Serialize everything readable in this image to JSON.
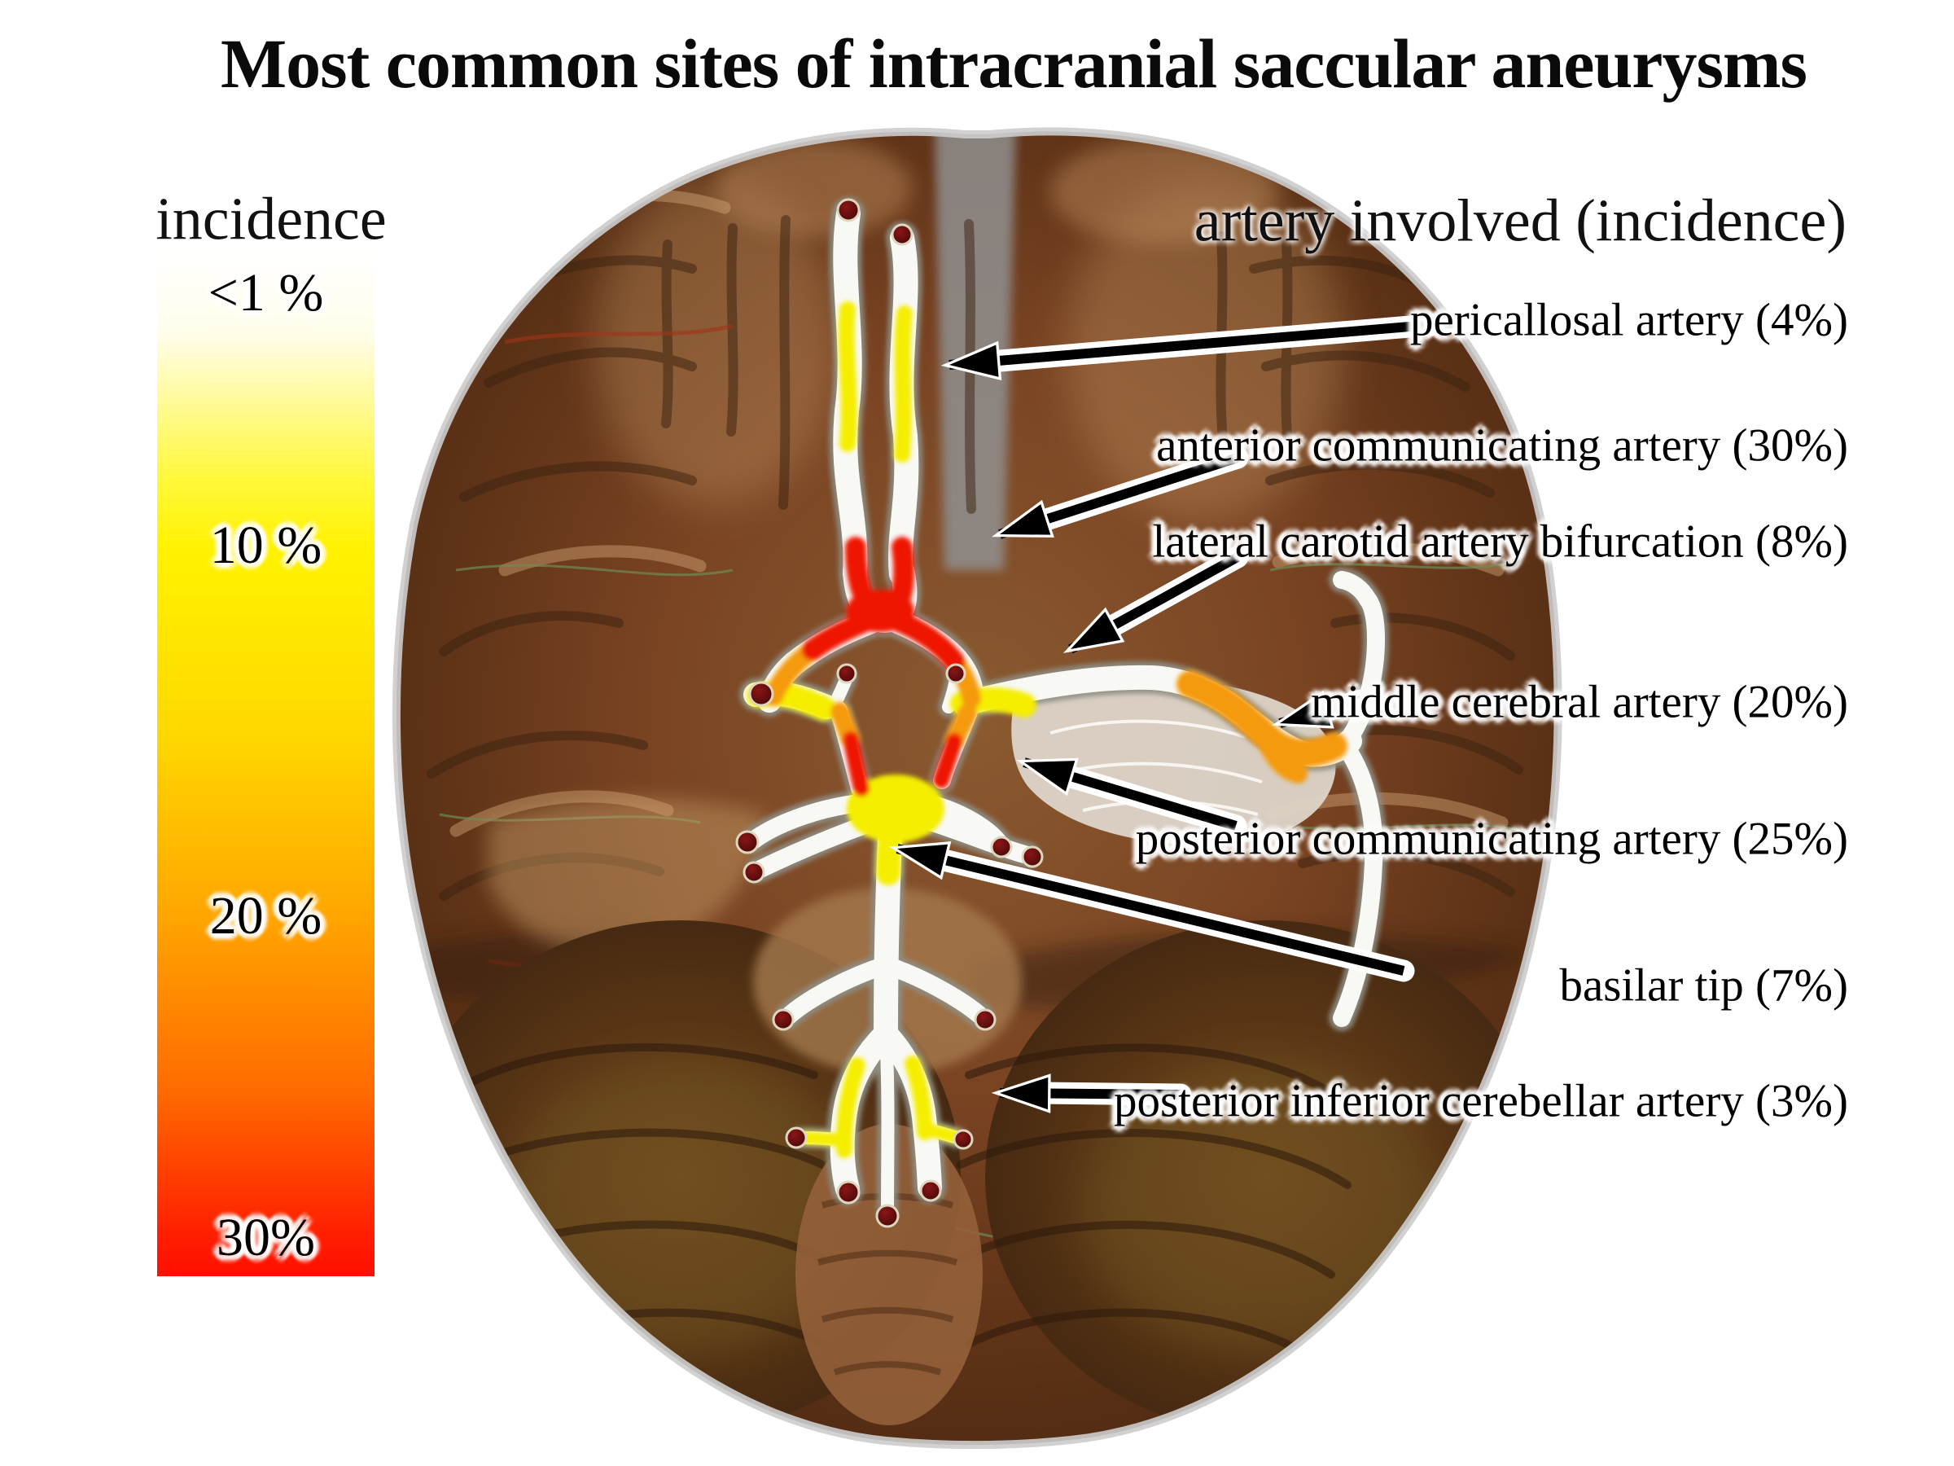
{
  "title": "Most common sites of intracranial saccular aneurysms",
  "incidence_scale": {
    "heading": "incidence",
    "ticks": [
      {
        "label": "<1 %"
      },
      {
        "label": "10 %"
      },
      {
        "label": "20 %"
      },
      {
        "label": "30%"
      }
    ],
    "gradient_colors": {
      "top_white": "#ffffff",
      "yellow": "#fff200",
      "orange": "#ffa500",
      "bottom_red": "#ff0f00"
    }
  },
  "annotations": {
    "heading": "artery involved (incidence)",
    "labels": [
      {
        "artery": "pericallosal artery",
        "incidence": "4%",
        "label": "pericallosal artery (4%)"
      },
      {
        "artery": "anterior communicating artery",
        "incidence": "30%",
        "label": "anterior communicating artery (30%)"
      },
      {
        "artery": "lateral carotid artery bifurcation",
        "incidence": "8%",
        "label": "lateral carotid artery bifurcation (8%)"
      },
      {
        "artery": "middle cerebral artery",
        "incidence": "20%",
        "label": "middle cerebral artery (20%)"
      },
      {
        "artery": "posterior communicating artery",
        "incidence": "25%",
        "label": "posterior communicating artery (25%)"
      },
      {
        "artery": "basilar tip",
        "incidence": "7%",
        "label": "basilar tip (7%)"
      },
      {
        "artery": "posterior inferior cerebellar artery",
        "incidence": "3%",
        "label": "posterior inferior cerebellar artery (3%)"
      }
    ]
  },
  "artery_segment_colors": {
    "low_yellow": "#f5ee00",
    "mid_orange": "#f59a0a",
    "high_red": "#ee1505",
    "vessel_white": "#f8f8f5",
    "cut_end_dark_red": "#5a0d0d"
  }
}
